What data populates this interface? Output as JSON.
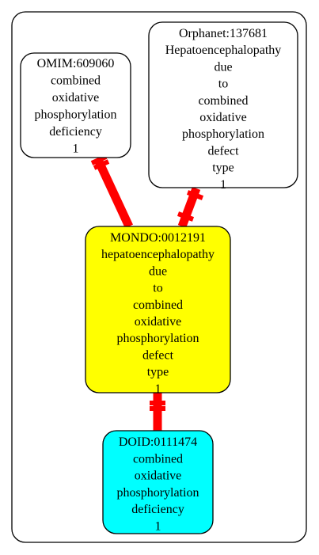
{
  "colors": {
    "edge": "#ff0000",
    "mondo_fill": "#ffff00",
    "doid_fill": "#00ffff",
    "default_fill": "#ffffff",
    "stroke": "#000000"
  },
  "nodes": {
    "omim": {
      "lines": [
        "OMIM:609060",
        "combined",
        "oxidative",
        "phosphorylation",
        "deficiency",
        "1"
      ]
    },
    "orphanet": {
      "lines": [
        "Orphanet:137681",
        "Hepatoencephalopathy",
        "due",
        "to",
        "combined",
        "oxidative",
        "phosphorylation",
        "defect",
        "type",
        "1"
      ]
    },
    "mondo": {
      "lines": [
        "MONDO:0012191",
        "hepatoencephalopathy",
        "due",
        "to",
        "combined",
        "oxidative",
        "phosphorylation",
        "defect",
        "type",
        "1"
      ]
    },
    "doid": {
      "lines": [
        "DOID:0111474",
        "combined",
        "oxidative",
        "phosphorylation",
        "deficiency",
        "1"
      ]
    }
  }
}
